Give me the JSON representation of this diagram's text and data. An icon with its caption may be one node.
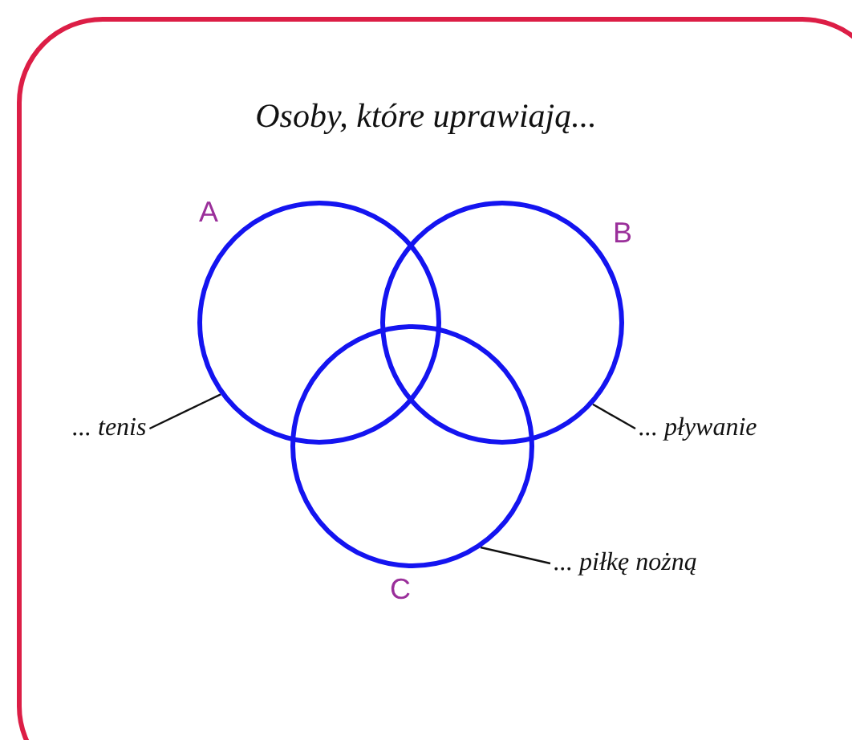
{
  "diagram": {
    "title": "Osoby, które uprawiają...",
    "nodes": [
      {
        "text": [
          "A"
        ]
      },
      {
        "text": [
          "B"
        ]
      },
      {
        "text": [
          "C"
        ]
      },
      {
        "text": [
          "... tenis"
        ]
      },
      {
        "text": [
          "... pływanie"
        ]
      },
      {
        "text": [
          "... piłkę nożną"
        ]
      }
    ],
    "edges": [
      {
        "from": 3,
        "to": 0,
        "arrow": "none"
      },
      {
        "from": 4,
        "to": 1,
        "arrow": "none"
      },
      {
        "from": 5,
        "to": 2,
        "arrow": "none"
      }
    ]
  }
}
